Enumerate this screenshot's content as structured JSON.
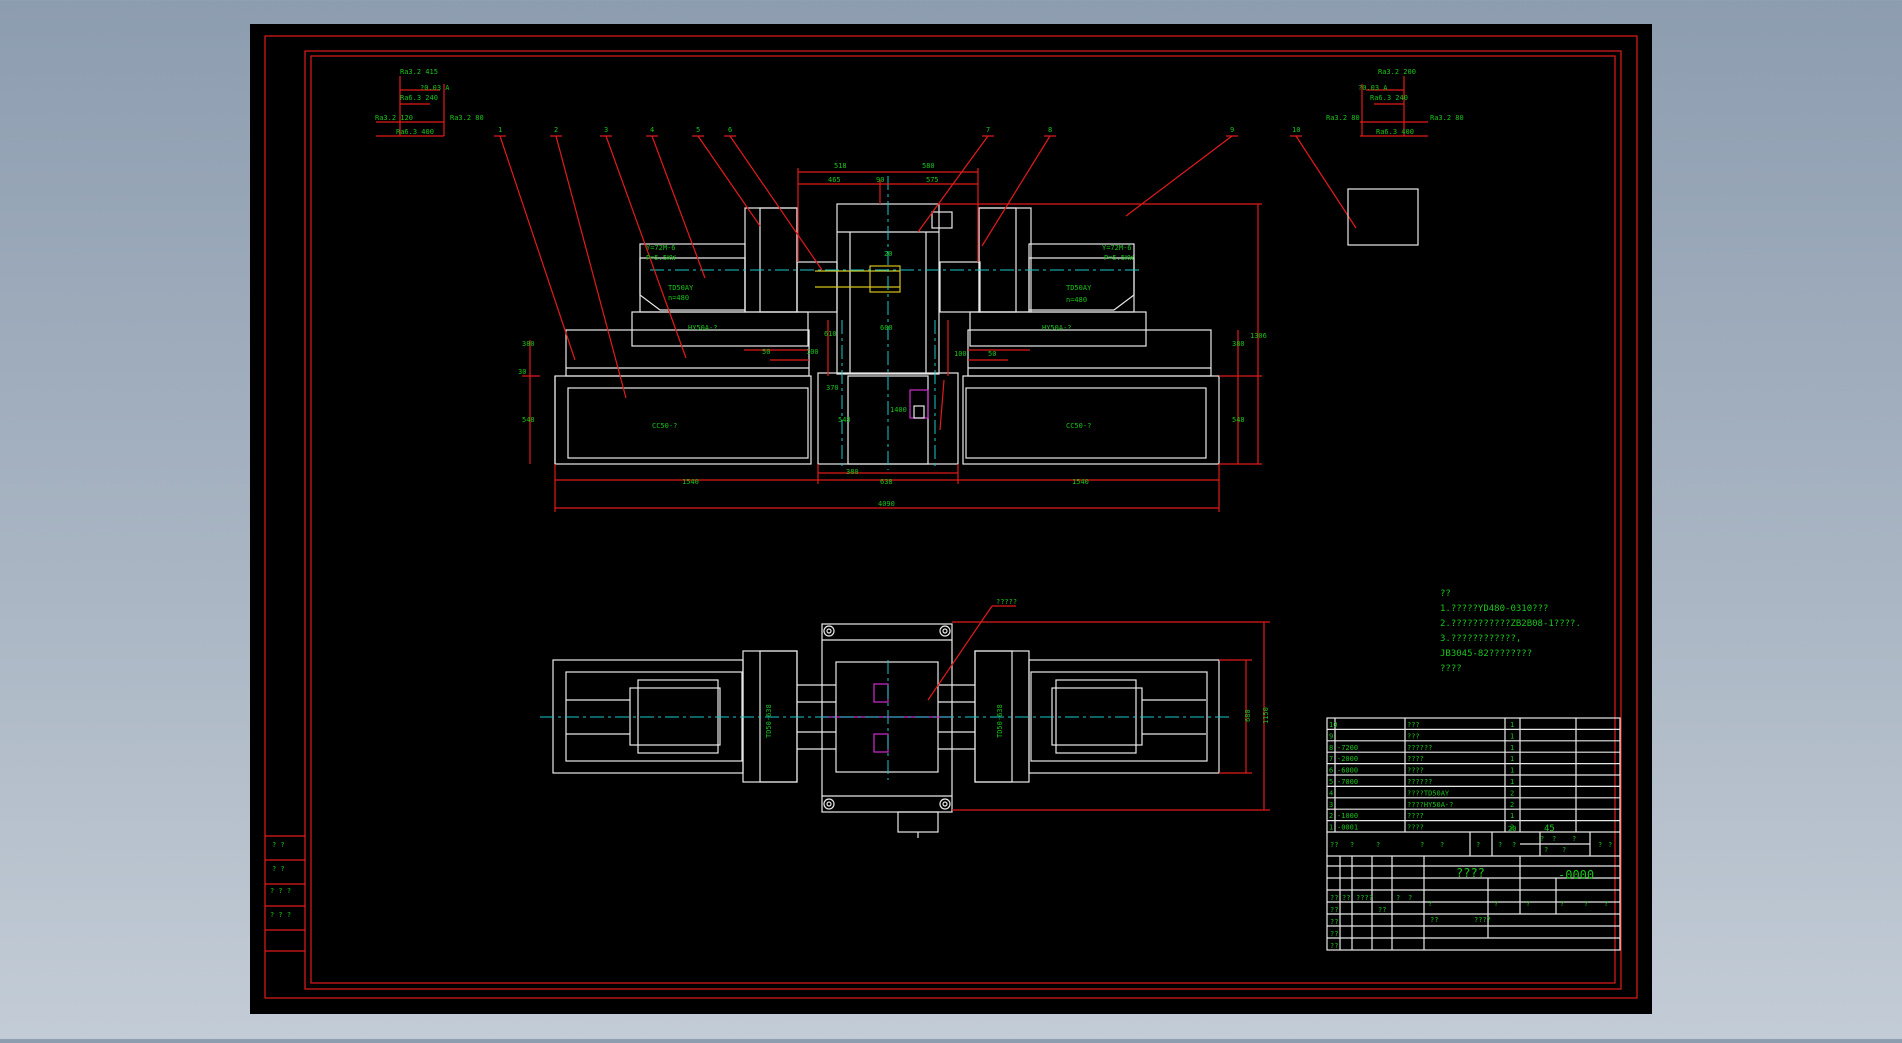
{
  "drawing": {
    "colors": {
      "background": "#000000",
      "frame": "#e11b1b",
      "geometry": "#e8e8e8",
      "annotation": "#18c418",
      "centerline": "#18c7c7",
      "highlight": "#d02bd0"
    },
    "balloons": [
      "1",
      "2",
      "3",
      "4",
      "5",
      "6",
      "7",
      "8",
      "9",
      "10"
    ],
    "front_view": {
      "top_dims": [
        "518",
        "580",
        "465",
        "90",
        "575",
        "20"
      ],
      "bottom_dims": [
        "1540",
        "380",
        "638",
        "1540"
      ],
      "overall_width": "4090",
      "left_heights": [
        "380",
        "30",
        "548"
      ],
      "right_heights": [
        "380",
        "548",
        "1306"
      ],
      "inner_dims": [
        "600",
        "610",
        "50",
        "100",
        "100",
        "50",
        "370",
        "1400",
        "548"
      ],
      "left_head": [
        "Y=72M-6",
        "P=5.5KW",
        "TD50AY",
        "n=480"
      ],
      "right_head": [
        "Y=72M-6",
        "P=5.5KW",
        "TD50AY",
        "n=480"
      ],
      "left_slide_label": "HY50A-?",
      "right_slide_label": "HY50A-?",
      "left_base_label": "CC50-?",
      "right_base_label": "CC50-?"
    },
    "detail_left": [
      "Ra3.2 415",
      "?0.03 A",
      "Ra3.2 120",
      "Ra6.3 240",
      "Ra3.2 80",
      "Ra6.3 400"
    ],
    "detail_right": [
      "Ra3.2 200",
      "?0.03 A",
      "Ra6.3 240",
      "Ra3.2 80",
      "Ra3.2 80",
      "Ra6.3 400"
    ],
    "plan_view": {
      "leader_label": "?????",
      "left_unit_label": "TD50-638",
      "right_unit_label": "TD50-638",
      "right_dims": [
        "680",
        "1150"
      ]
    },
    "notes": [
      "??",
      "1.?????YD480-0310???",
      "2.???????????ZB2B08-1????.",
      "3.????????????,",
      "JB3045-82????????",
      "????"
    ],
    "parts_list": [
      {
        "no": "10",
        "code": "",
        "name": "???",
        "qty": "1"
      },
      {
        "no": "9",
        "code": "",
        "name": "???",
        "qty": "1"
      },
      {
        "no": "8",
        "code": "-7200",
        "name": "??????",
        "qty": "1"
      },
      {
        "no": "7",
        "code": "-2000",
        "name": "????",
        "qty": "1"
      },
      {
        "no": "6",
        "code": "-6000",
        "name": "????",
        "qty": "1"
      },
      {
        "no": "5",
        "code": "-7000",
        "name": "??????",
        "qty": "1"
      },
      {
        "no": "4",
        "code": "",
        "name": "????TD50AY",
        "qty": "2"
      },
      {
        "no": "3",
        "code": "",
        "name": "????HY50A-?",
        "qty": "2"
      },
      {
        "no": "2",
        "code": "-1000",
        "name": "????",
        "qty": "1"
      },
      {
        "no": "1",
        "code": "-0001",
        "name": "????",
        "qty": "2"
      }
    ],
    "parts_header": [
      "??",
      "?",
      "?",
      "?",
      "?",
      "?",
      "?",
      "?",
      "?",
      "?",
      "?",
      "?",
      "?",
      "?",
      "?"
    ],
    "header_numbers": [
      "20",
      "45"
    ],
    "title_block": {
      "name": "????",
      "code": "-0000",
      "sign_rows": [
        "??",
        "??",
        "??",
        "??",
        "??",
        "??"
      ],
      "row_labels": [
        "????",
        "??",
        "?",
        "?",
        "?",
        "?",
        "?",
        "?",
        "?",
        "?"
      ],
      "sub_labels": [
        "??",
        "????"
      ]
    },
    "revision_box": [
      "? ?",
      "? ?",
      "? ? ?",
      "? ? ?"
    ]
  }
}
